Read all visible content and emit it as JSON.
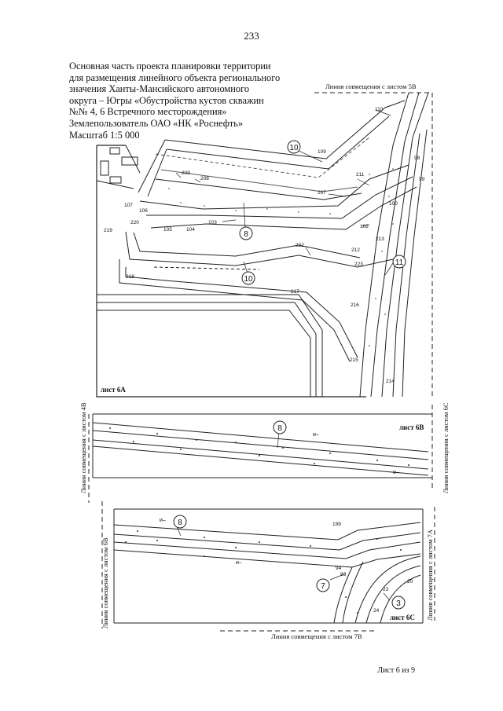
{
  "page_number": "233",
  "title_lines": [
    "Основная часть проекта планировки территории",
    "для размещения линейного объекта регионального",
    "значения Ханты-Мансийского автономного",
    "округа – Югры «Обустройства кустов скважин",
    "№№ 4, 6 Встречного месторождения»",
    "Землепользователь ОАО «НК «Роснефть»",
    "Масштаб 1:5 000"
  ],
  "match_lines": {
    "top_5B": "Линия совмещения с листом 5В",
    "left_4B": "Линия совмещения с листом 4В",
    "right_6C": "Линия совмещения с листом 6С",
    "left_6B": "Линия совмещения с листом 6В",
    "right_7A": "Линия совмещения с листом 7А",
    "bottom_7B": "Линия совмещения с листом 7В"
  },
  "sheet_labels": {
    "sheet_6A": "лист 6А",
    "sheet_6B": "лист 6В",
    "sheet_6C": "лист 6С"
  },
  "circled_labels": {
    "c10a": "10",
    "c8a": "8",
    "c10b": "10",
    "c11": "11",
    "c8b": "8",
    "c8c": "8",
    "c7": "7",
    "c3": "3"
  },
  "point_labels": {
    "p110": "110",
    "p109": "109",
    "p98": "98",
    "p99": "99",
    "p100": "100",
    "p211": "211",
    "p207": "207",
    "p209": "209",
    "p208": "208",
    "p107": "107",
    "p106": "106",
    "p105": "105",
    "p104": "104",
    "p103": "103",
    "p102": "102",
    "p220": "220",
    "p219": "219",
    "p222": "222",
    "p212": "212",
    "p213": "213",
    "p223": "223",
    "p218": "218",
    "p217": "217",
    "p216": "216",
    "p215": "215",
    "p214": "214",
    "p199": "199",
    "p94": "94",
    "p93": "93",
    "p23": "23",
    "p20": "20",
    "p24": "24"
  },
  "terrain_marks": {
    "m1": "и–",
    "m2": "и–",
    "m3": "и–",
    "m4": "и–"
  },
  "footer": "Лист 6 из 9"
}
